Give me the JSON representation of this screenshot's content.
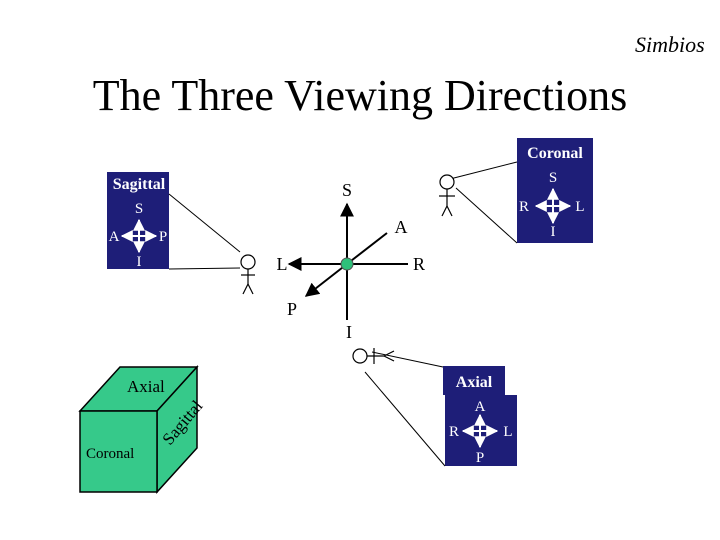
{
  "slide": {
    "title": "The Three Viewing Directions",
    "logo_text": "Simbios"
  },
  "colors": {
    "panel_fill": "#1e1e78",
    "box_fill": "#36c98a",
    "box_stroke": "#000000",
    "origin_dot": "#2ec07a",
    "text": "#000000",
    "logo": "#d9571a"
  },
  "center_axes": {
    "up": "S",
    "down": "I",
    "left": "L",
    "right": "R",
    "back": "A",
    "front": "P"
  },
  "panels": {
    "sagittal": {
      "title": "Sagittal",
      "top": "S",
      "bottom": "I",
      "left": "A",
      "right": "P"
    },
    "coronal": {
      "title": "Coronal",
      "top": "S",
      "bottom": "I",
      "left": "R",
      "right": "L"
    },
    "axial": {
      "title": "Axial",
      "top": "A",
      "bottom": "P",
      "left": "R",
      "right": "L"
    }
  },
  "cube": {
    "top_face": "Axial",
    "front_face": "Coronal",
    "side_face": "Sagittal"
  }
}
